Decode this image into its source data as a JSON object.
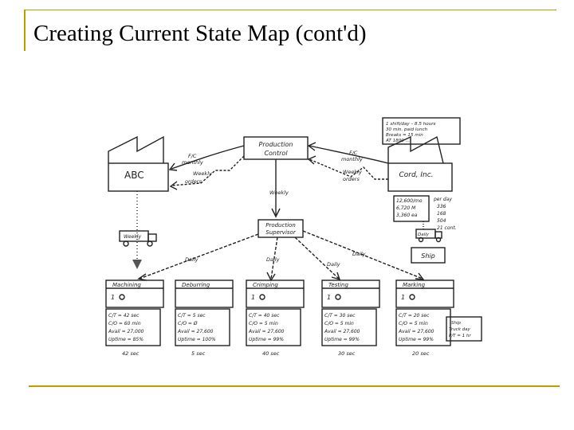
{
  "slide": {
    "title": "Creating Current State Map (cont'd)"
  },
  "supplier": {
    "name": "ABC"
  },
  "customer": {
    "name": "Cord, Inc.",
    "data": [
      "1 shift/day – 8.5 hours",
      "30 min. paid lunch",
      "Breaks = 15 min",
      "AT 1800 …"
    ]
  },
  "control": {
    "line1": "Production",
    "line2": "Control"
  },
  "supervisor": {
    "line1": "Production",
    "line2": "Supervisor"
  },
  "demand": {
    "left": [
      "12,600/mo",
      "6,720 M",
      "3,360 ea"
    ],
    "right": [
      "per day",
      "336",
      "168",
      "504",
      "21 cont."
    ]
  },
  "flows": {
    "fc_left": [
      "F/C",
      "monthly"
    ],
    "weekly_left": [
      "Weekly",
      "orders"
    ],
    "fc_right": [
      "F/C",
      "monthly"
    ],
    "weekly_right": [
      "Weekly",
      "orders"
    ],
    "weekly_down": "Weekly",
    "daily_truck": "Daily",
    "supplier_truck": "Weekly",
    "daily_a": "Daily",
    "daily_b": "Daily",
    "daily_c": "Daily",
    "daily_d": "Daily"
  },
  "shipping": {
    "label": "Ship"
  },
  "processes": [
    {
      "name": "Machining",
      "operators": "1",
      "data": [
        "C/T = 42 sec",
        "C/O = 60 min",
        "Avail = 27,000",
        "Uptime = 85%"
      ],
      "time": "42 sec"
    },
    {
      "name": "Deburring",
      "operators": "",
      "data": [
        "C/T = 5 sec",
        "C/O = Ø",
        "Avail = 27,600",
        "Uptime = 100%"
      ],
      "time": "5 sec"
    },
    {
      "name": "Crimping",
      "operators": "1",
      "data": [
        "C/T = 40 sec",
        "C/O = 5 min",
        "Avail = 27,600",
        "Uptime = 99%"
      ],
      "time": "40 sec"
    },
    {
      "name": "Testing",
      "operators": "1",
      "data": [
        "C/T = 30 sec",
        "C/O = 5 min",
        "Avail = 27,600",
        "Uptime = 99%"
      ],
      "time": "30 sec"
    },
    {
      "name": "Marking",
      "operators": "1",
      "data": [
        "C/T = 20 sec",
        "C/O = 5 min",
        "Avail = 27,600",
        "Uptime = 99%"
      ],
      "time": "20 sec"
    }
  ],
  "side_note": [
    "Ship",
    "Truck day",
    "P/T = 1 hr"
  ]
}
